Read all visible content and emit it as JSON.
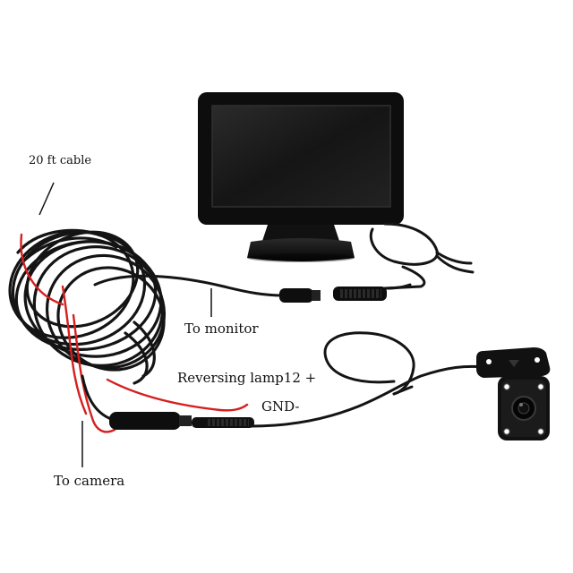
{
  "labels": {
    "cable": "20 ft cable",
    "monitor": "To monitor",
    "reversing": "Reversing lamp12 +",
    "gnd": "GND-",
    "camera": "To camera"
  },
  "colors": {
    "cable": "#141414",
    "red_wire": "#d61f1f",
    "screen": "#1a1a1a",
    "bezel": "#0c0c0c"
  },
  "objects": [
    "monitor",
    "backup-camera",
    "coiled-cable",
    "video-connectors"
  ]
}
